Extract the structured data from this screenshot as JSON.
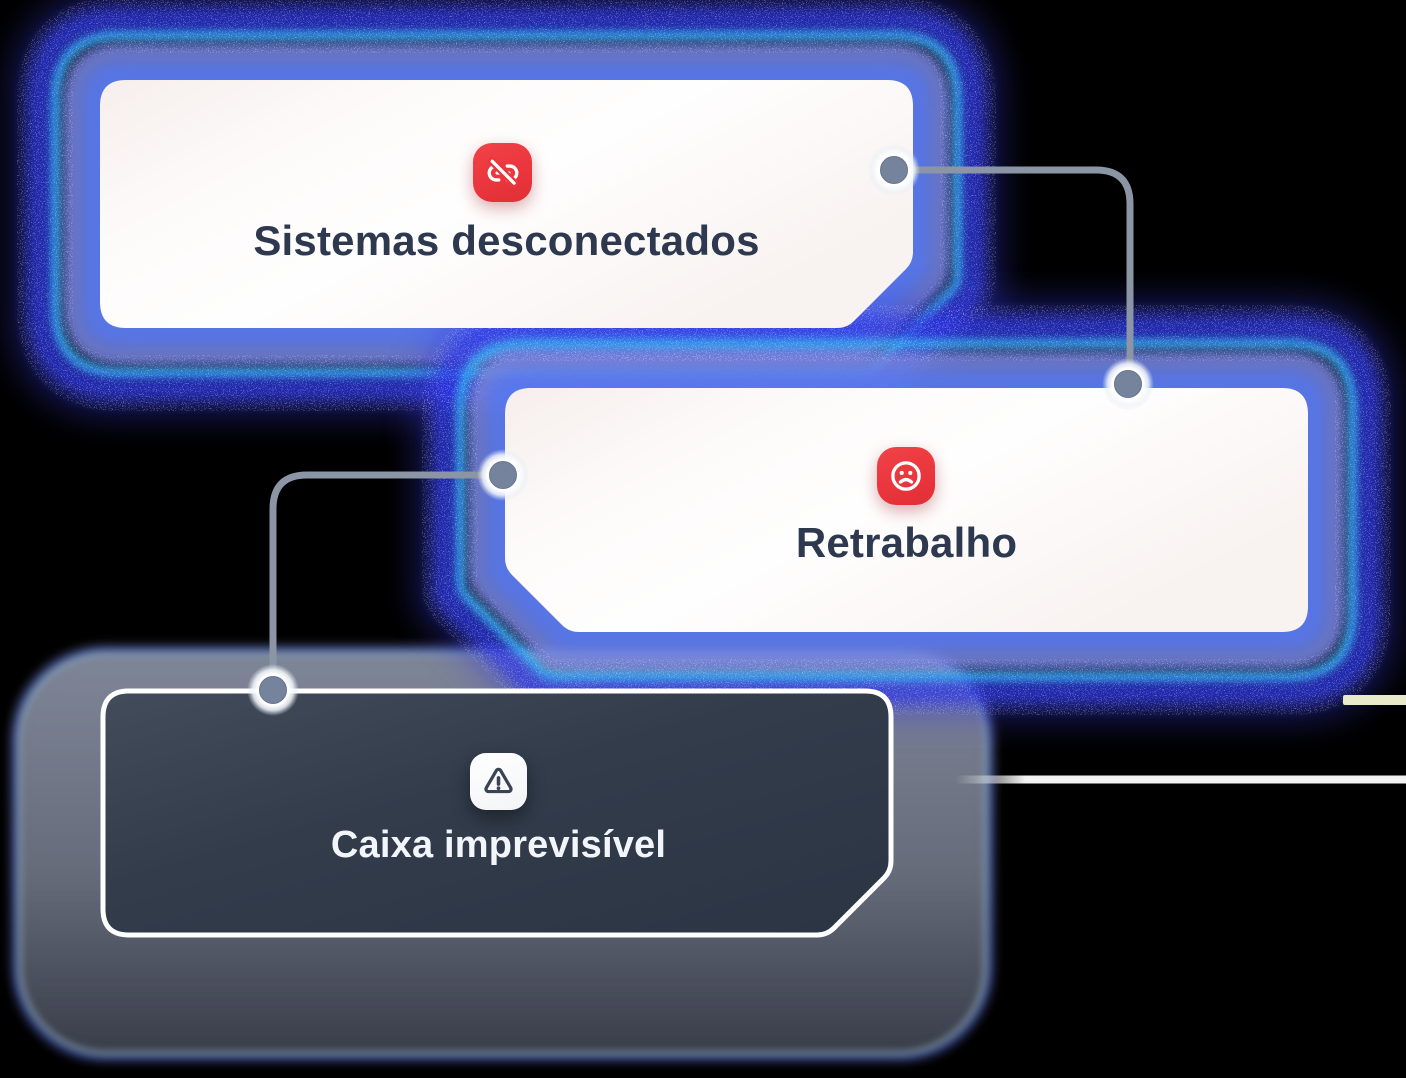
{
  "cards": [
    {
      "label": "Sistemas desconectados",
      "icon": "unlink-icon",
      "variant": "light"
    },
    {
      "label": "Retrabalho",
      "icon": "sad-face-icon",
      "variant": "light"
    },
    {
      "label": "Caixa imprevisível",
      "icon": "warning-icon",
      "variant": "dark"
    }
  ],
  "colors": {
    "background": "#000000",
    "icon_red": "#ea363c",
    "card_light_fill": "#fdfbfa",
    "card_dark_fill": "#323c4b",
    "card_dark_border": "#ffffff",
    "text_dark": "#2e3950",
    "text_light": "#f2f5f9",
    "connector_gray": "#8b95a5",
    "node_fill": "#76839c",
    "glow_inner_blue": "#5b7cf0",
    "glow_periwinkle": "#7a86dd",
    "glow_cyan": "#35d9f7",
    "glow_deep_blue": "#2b34e4",
    "shadow_gray": "#8d95a9",
    "offscreen_line_white": "#ffffff",
    "beige_strip": "#e9eaca"
  }
}
